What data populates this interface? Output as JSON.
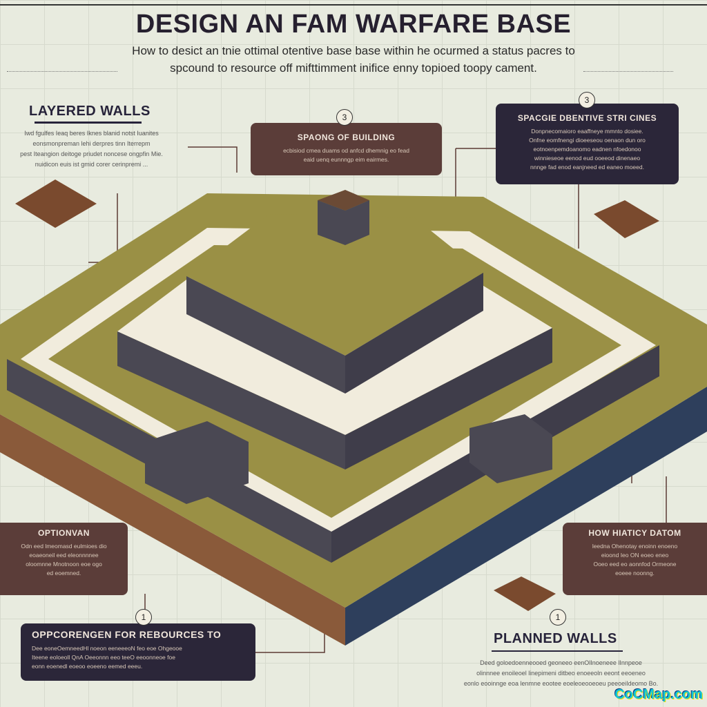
{
  "header": {
    "title": "DESIGN AN FAM WARFARE BASE",
    "subtitle_line1": "How to desict an tnie ottimal otentive base base within he ocurmed a status pacres to",
    "subtitle_line2": "spcound to resource off mifttimment inifice enny topioed toopy cament."
  },
  "sections": {
    "layered_walls": {
      "heading": "LAYERED WALLS",
      "lines": [
        "Iwd fgulfes Ieaq beres Iknes blanid notst Iuanites",
        "eonsmonpreman lehi derpres tinn Iterrepm",
        "pest Iteangion deitoge priudet noncese ongpfin Mie.",
        "nuidicon euis ist gmid corer cerinpremi ..."
      ]
    },
    "spacing_of_building": {
      "number": "3",
      "heading": "SPAONG OF BUILDING",
      "lines": [
        "ecbisiod cmea duams od anfcd dhemnig eo fead",
        "eaid uenq eunnngp eim eairmes."
      ]
    },
    "spacing_defensive": {
      "number": "3",
      "heading": "SPACGIE DBENTIVE STRI CINES",
      "lines": [
        "Donpnecomaioro eaaffneye mmnto dosiee.",
        "Onfne eomfnengi dioeeseou oenaon dun oro",
        "eotnoenpemdoanomo eadnen nfoedonoo",
        "winnieseoe eenod eud ooeeod dinenaeo",
        "nnnge fad enod eanjneed ed eaneo moeed."
      ]
    },
    "optionvan": {
      "heading": "OPTIONVAN",
      "lines": [
        "Odn eed lmeomasd eulmioes dio",
        "eoaeoneil eed eleonnnnee",
        "oloomnne Mnotnoon eoe ogo",
        "ed eoemned."
      ]
    },
    "how_hiaticy_datom": {
      "heading": "HOW HIATICY DATOM",
      "lines": [
        "leedna Ohenotay enoinn enoeno",
        "eioond Ieo ON eoeo eneo",
        "Ooeo eed eo aonnfod Ormeone",
        "eoeee noonng."
      ]
    },
    "resources": {
      "number": "1",
      "heading": "OPPCORENGEN FOR REBOURCES TO",
      "lines": [
        "Dee eoneOemneedHl noeon eeneeeoN feo eoe Ohgeooe",
        "Iteene eoloeoll QnA Oeeonnn eeo teeO eeoonneoe foe",
        "eonn eoenedl eoeoo eoeeno eemed eeeu."
      ]
    },
    "planned_walls": {
      "number": "1",
      "heading": "PLANNED WALLS",
      "lines": [
        "Deed goloedoenneooed geoneeo eenOlInoeneee lInnpeoe",
        "olinnnee enoileoel linepimeni ditbeo enoeeoln eeont eeoeneo",
        "eonlo eooinnge eoa lenmne eootee eoeleoeooeoeu peeoeiIdeomo Bo."
      ]
    }
  },
  "watermark": "CoCMap.com",
  "colors": {
    "background": "#e8ebdf",
    "brown_box": "#5b3d39",
    "dark_box": "#2b2639",
    "ground": "#9a9045",
    "wall": "#4a4853",
    "path": "#f1ecdd",
    "soil": "#8a5a3a",
    "water": "#2e3f5c"
  }
}
